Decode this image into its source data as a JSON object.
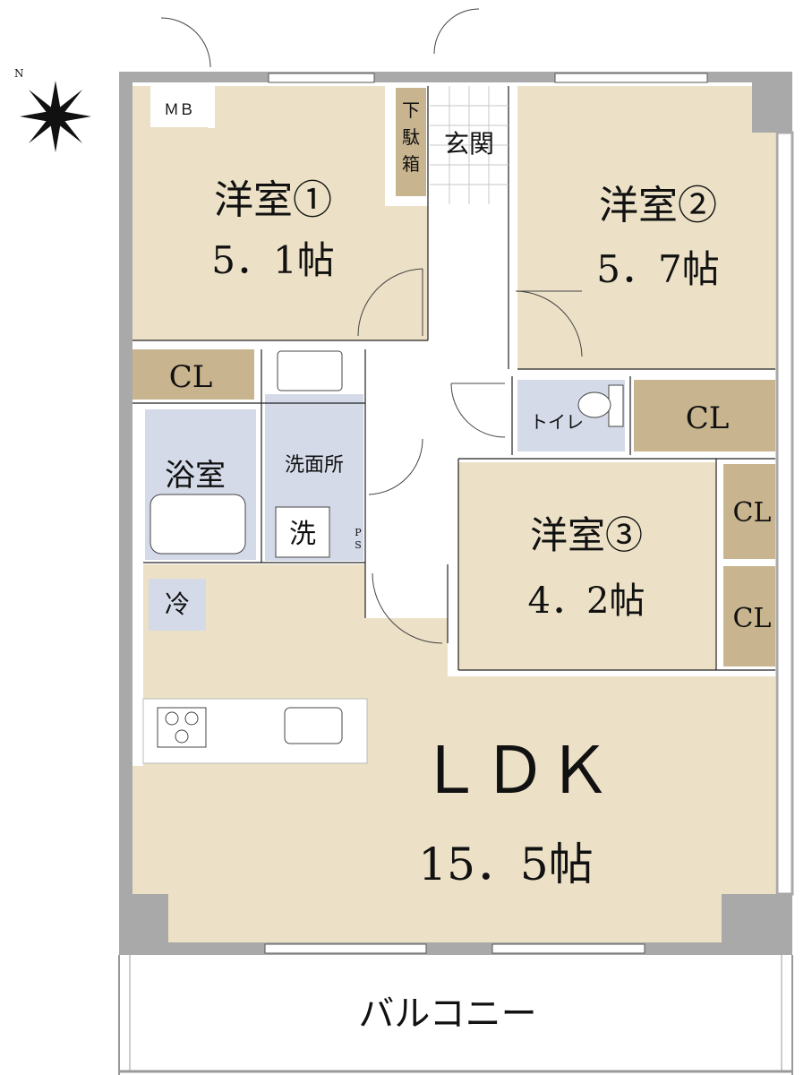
{
  "colors": {
    "wall": "#a9a9a9",
    "room": "#ece1c6",
    "closet": "#c8b48e",
    "wet": "#d4dae8",
    "floor": "#ffffff",
    "line": "#222222"
  },
  "compass": {
    "north_label": "N"
  },
  "rooms": {
    "room1": {
      "name": "洋室①",
      "size": "5．1帖"
    },
    "room2": {
      "name": "洋室②",
      "size": "5．7帖"
    },
    "room3": {
      "name": "洋室③",
      "size": "4．2帖"
    },
    "ldk": {
      "name": "ＬＤＫ",
      "size": "15．5帖"
    },
    "entrance": "玄関",
    "shoe_box": [
      "下",
      "駄",
      "箱"
    ],
    "toilet": "トイレ",
    "bath": "浴室",
    "washroom": "洗面所",
    "washer": "洗",
    "fridge": "冷",
    "ps": [
      "P",
      "S"
    ],
    "mb": "ＭＢ",
    "closet_label": "CL",
    "balcony": "バルコニー"
  }
}
